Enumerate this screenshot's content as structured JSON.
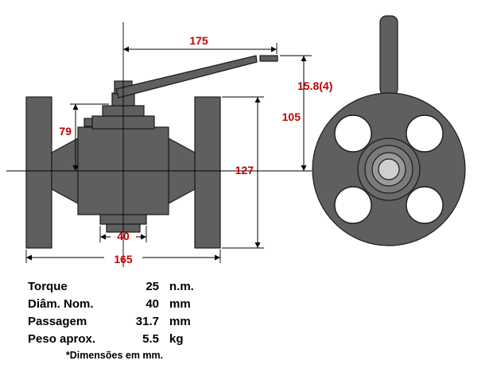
{
  "colors": {
    "valve_body": "#5f5f5f",
    "outline": "#1a1a1a",
    "dimension_text": "#c00000",
    "table_text": "#000000",
    "background": "#ffffff"
  },
  "dimensions": {
    "handle_length": "175",
    "pad_height": "79",
    "handle_height": "105",
    "flange_od": "127",
    "bore": "40",
    "face_to_face": "165",
    "bolt_holes": "15.8(4)"
  },
  "table": {
    "rows": [
      {
        "label": "Torque",
        "value": "25",
        "unit": "n.m."
      },
      {
        "label": "Diâm. Nom.",
        "value": "40",
        "unit": "mm"
      },
      {
        "label": "Passagem",
        "value": "31.7",
        "unit": "mm"
      },
      {
        "label": "Peso aprox.",
        "value": "5.5",
        "unit": "kg"
      }
    ],
    "footnote": "*Dimensões em mm."
  }
}
